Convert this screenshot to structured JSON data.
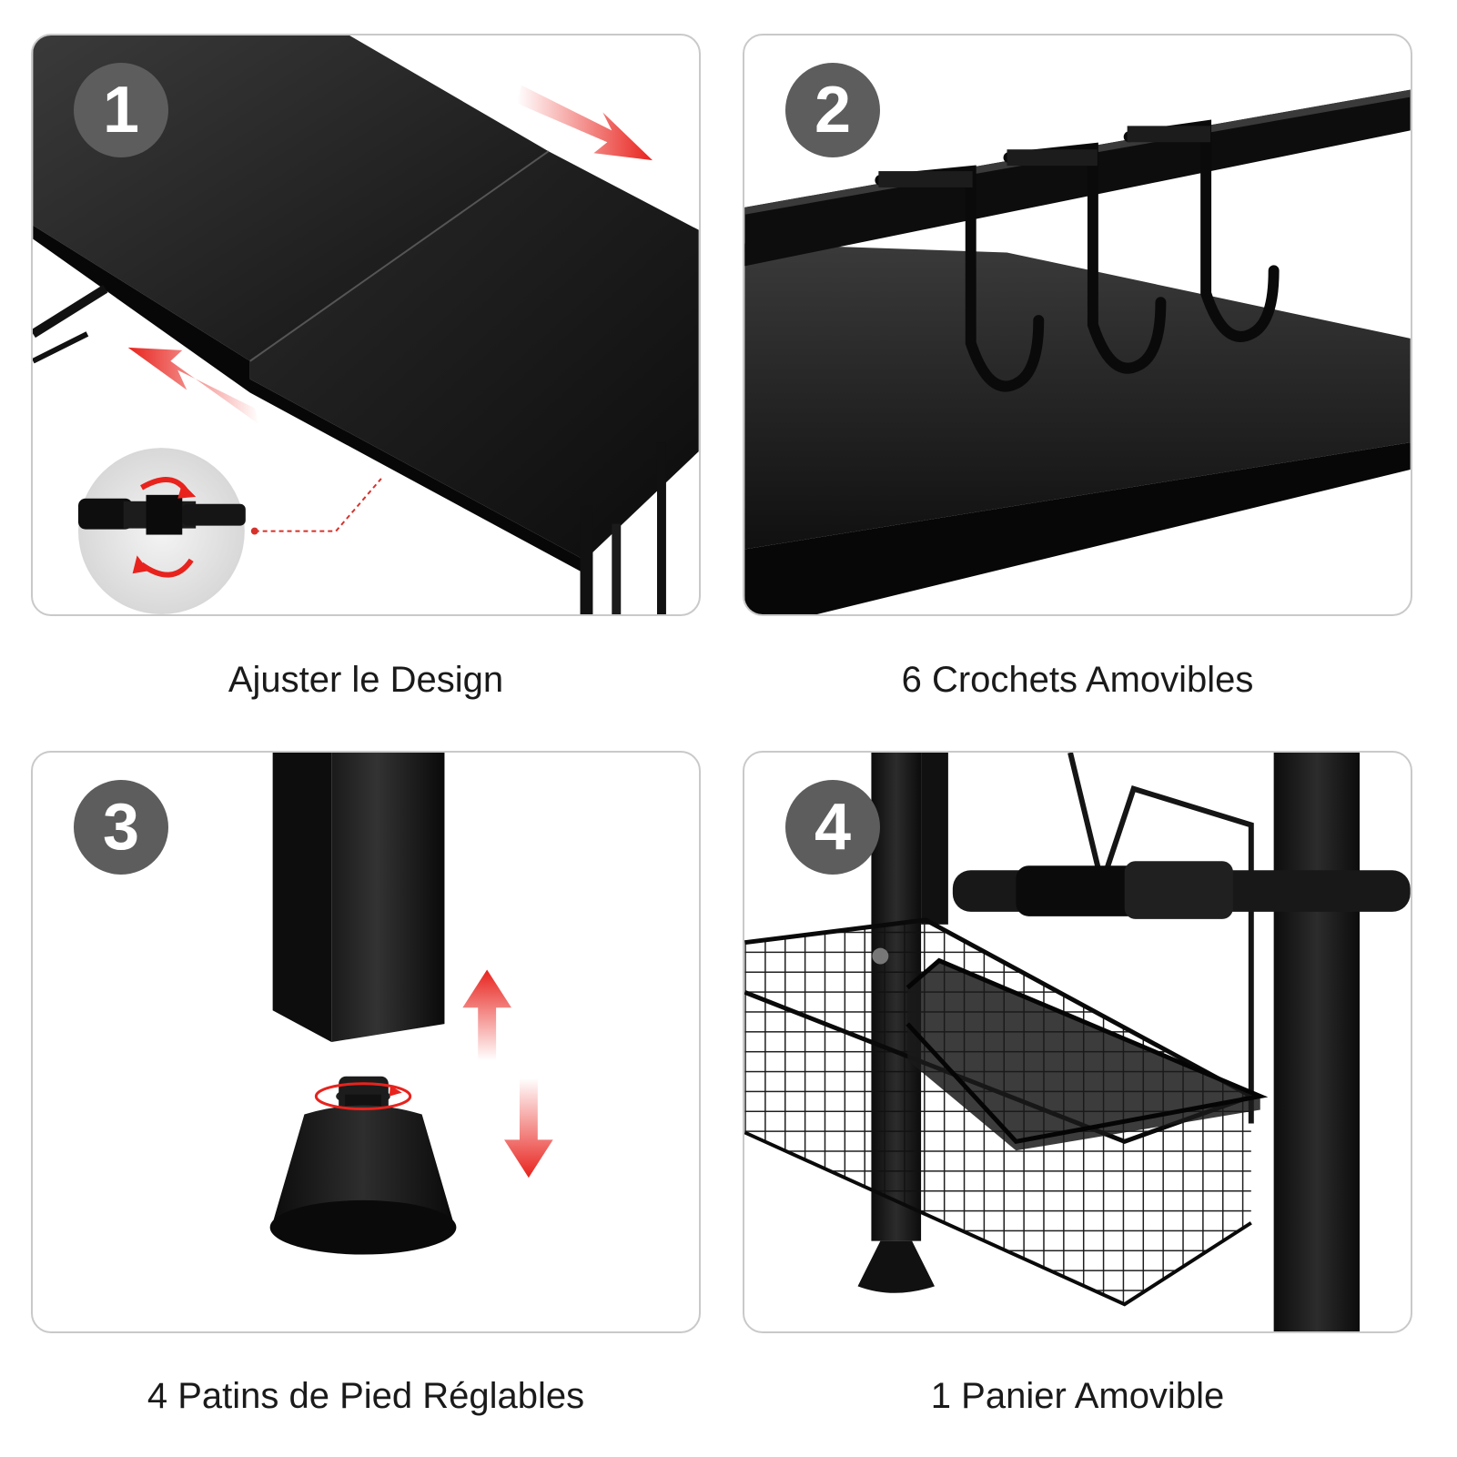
{
  "panels": [
    {
      "number": "1",
      "caption": "Ajuster le Design"
    },
    {
      "number": "2",
      "caption": "6 Crochets Amovibles"
    },
    {
      "number": "3",
      "caption": "4 Patins de Pied Réglables"
    },
    {
      "number": "4",
      "caption": "1 Panier Amovible"
    }
  ],
  "colors": {
    "badge": "#5d5d5d",
    "product": "#141414",
    "arrow": "#e8231d",
    "border": "#c9c9c9"
  },
  "icons": [
    "telescopic-shelf-illustration",
    "hooks-on-rail-illustration",
    "adjustable-foot-pad-illustration",
    "removable-basket-illustration",
    "red-arrow-icon",
    "rotate-arrow-icon"
  ]
}
